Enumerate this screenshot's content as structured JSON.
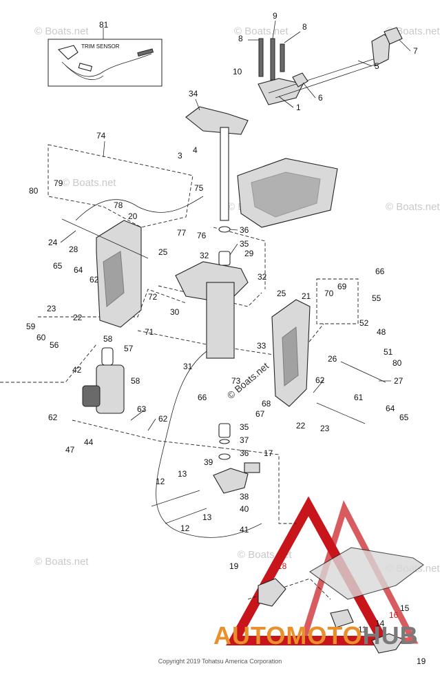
{
  "diagram": {
    "inset_label": "TRIM SENSOR",
    "copyright": "Copyright 2019 Tohatsu America Corporation",
    "watermark": "© Boats.net",
    "brand_logo": {
      "auto": "AUTOMOTO",
      "hub": "HUB",
      "accent": "#c8151b",
      "orange": "#e8902a",
      "gray": "#7a7a7a"
    },
    "callouts": [
      "81",
      "9",
      "8",
      "8",
      "7",
      "5",
      "10",
      "6",
      "1",
      "34",
      "4",
      "3",
      "74",
      "79",
      "75",
      "80",
      "78",
      "20",
      "77",
      "76",
      "24",
      "36",
      "35",
      "28",
      "25",
      "32",
      "29",
      "65",
      "64",
      "62",
      "23",
      "22",
      "30",
      "72",
      "32",
      "25",
      "21",
      "66",
      "69",
      "70",
      "55",
      "52",
      "48",
      "59",
      "60",
      "56",
      "71",
      "58",
      "57",
      "33",
      "51",
      "26",
      "80",
      "42",
      "58",
      "31",
      "73",
      "68",
      "62",
      "27",
      "67",
      "66",
      "61",
      "62",
      "63",
      "62",
      "64",
      "65",
      "47",
      "44",
      "22",
      "23",
      "35",
      "37",
      "36",
      "17",
      "39",
      "13",
      "12",
      "38",
      "13",
      "40",
      "12",
      "41",
      "19",
      "18",
      "15",
      "16",
      "14",
      "11",
      "19"
    ]
  }
}
